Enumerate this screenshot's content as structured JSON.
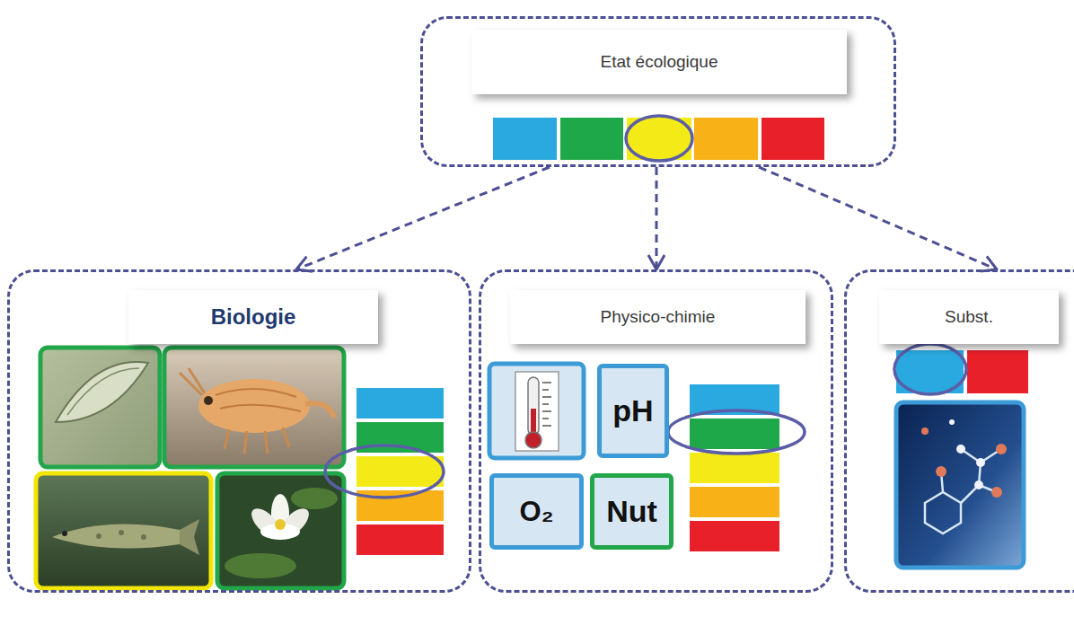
{
  "diagram": {
    "nodes": [
      {
        "text": [
          "Etat écologique"
        ]
      },
      {
        "text": [
          "Biologie"
        ]
      },
      {
        "text": [
          "Physico-chimie"
        ]
      },
      {
        "text": [
          "pH"
        ],
        "in": 2
      },
      {
        "text": [
          "O₂"
        ],
        "in": 2
      },
      {
        "text": [
          "Nut"
        ],
        "in": 2
      },
      {
        "text": [
          "Subst."
        ]
      }
    ],
    "edges": [
      {
        "from": 0,
        "to": 1,
        "arrow": "to"
      },
      {
        "from": 0,
        "to": 2,
        "arrow": "to"
      },
      {
        "from": 0,
        "to": 6,
        "arrow": "to"
      }
    ]
  }
}
